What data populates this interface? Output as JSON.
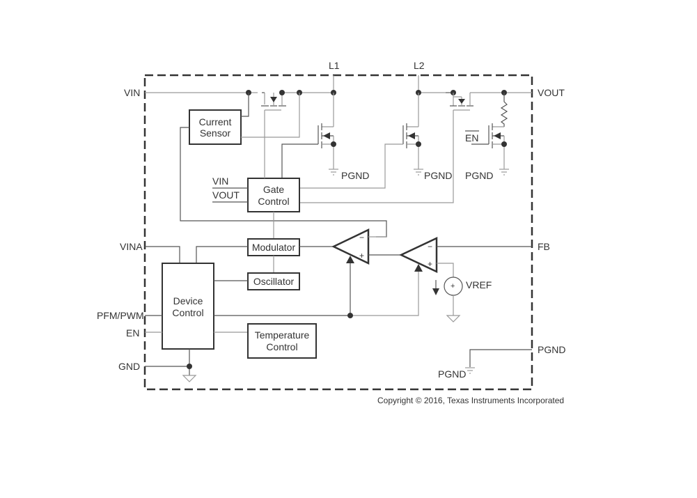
{
  "diagram": {
    "type": "functional-block-diagram",
    "pins": {
      "vin": "VIN",
      "vout": "VOUT",
      "l1": "L1",
      "l2": "L2",
      "vina": "VINA",
      "fb": "FB",
      "pfm_pwm": "PFM/PWM",
      "en": "EN",
      "gnd": "GND",
      "pgnd": "PGND"
    },
    "blocks": {
      "current_sensor": [
        "Current",
        "Sensor"
      ],
      "gate_control": [
        "Gate",
        "Control"
      ],
      "modulator": "Modulator",
      "oscillator": "Oscillator",
      "device_control": [
        "Device",
        "Control"
      ],
      "temperature_control": [
        "Temperature",
        "Control"
      ]
    },
    "internal_labels": {
      "gate_vin": "VIN",
      "gate_vout": "VOUT",
      "pgnd_l1": "PGND",
      "pgnd_l2": "PGND",
      "pgnd_discharge": "PGND",
      "en_bar": "EN",
      "vref": "VREF",
      "pgnd_internal": "PGND",
      "amp_minus": "−",
      "amp_plus": "+",
      "vref_plus": "+",
      "vref_minus": "-"
    },
    "copyright": "Copyright © 2016, Texas Instruments Incorporated"
  }
}
